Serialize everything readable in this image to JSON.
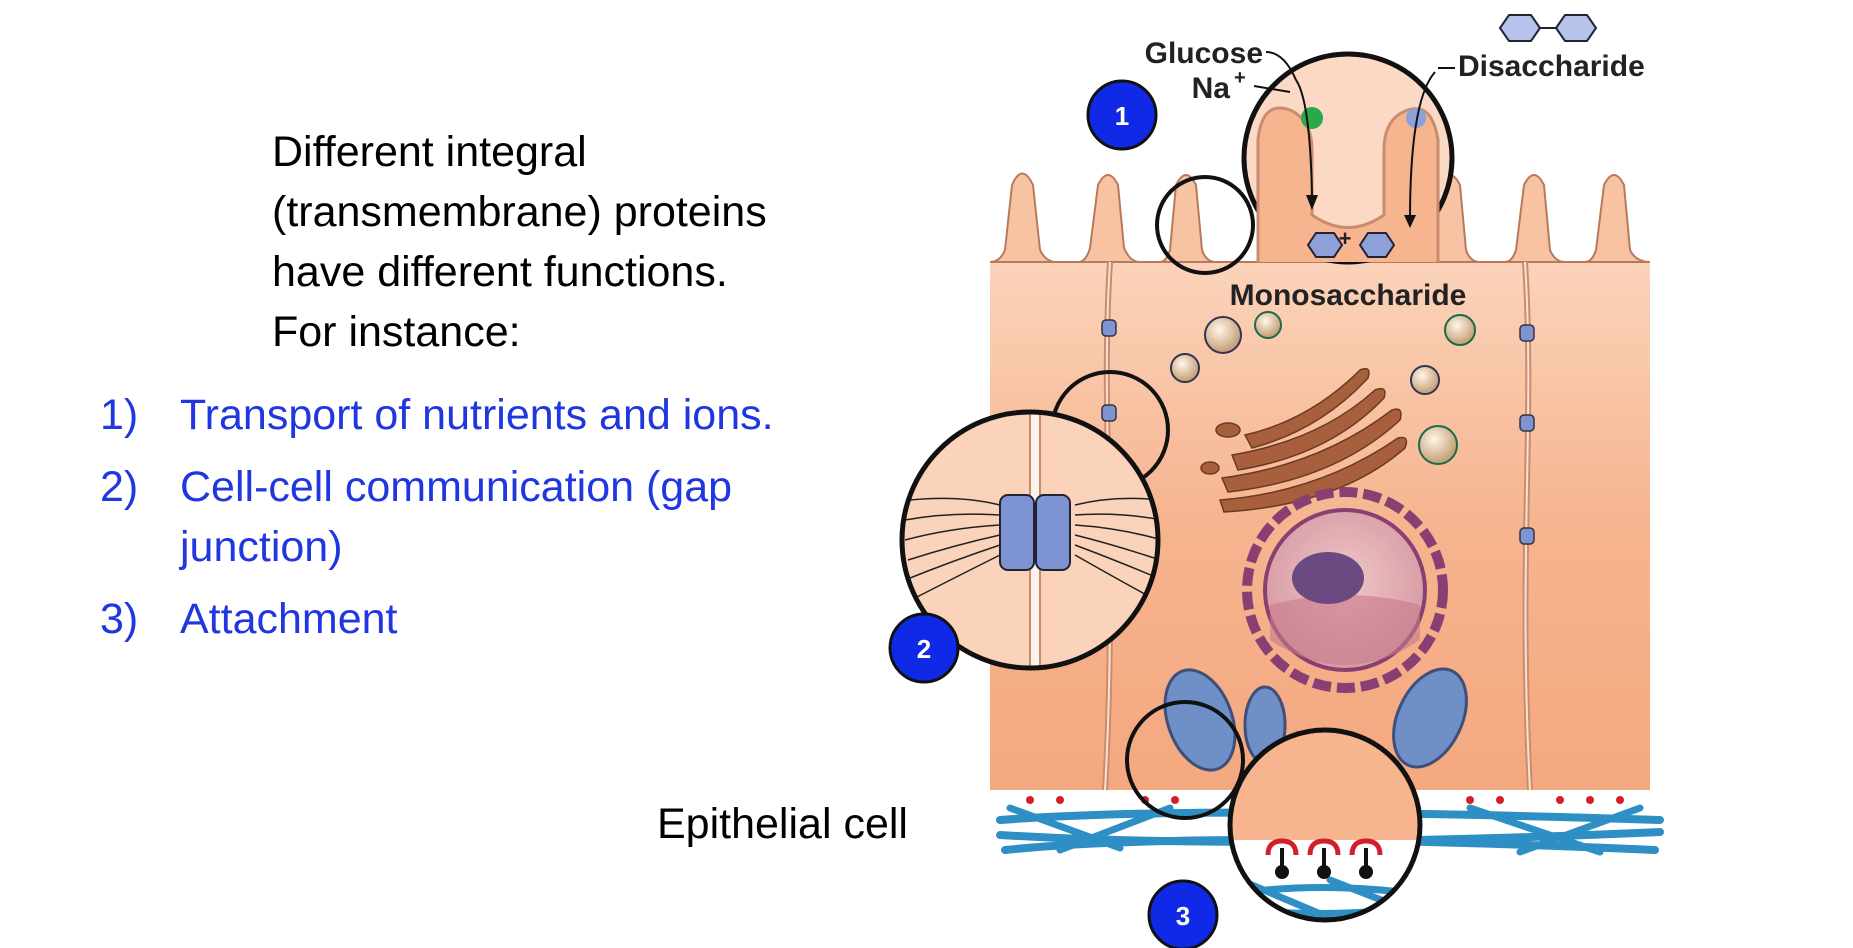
{
  "intro": {
    "line1": "Different integral",
    "line2": "(transmembrane) proteins",
    "line3": "have different functions.",
    "line4": "For instance:"
  },
  "list": {
    "color": "#1f36e0",
    "items": [
      {
        "num": "1)",
        "lines": [
          "Transport of nutrients and ions."
        ]
      },
      {
        "num": "2)",
        "lines": [
          "Cell-cell communication (gap",
          "junction)"
        ]
      },
      {
        "num": "3)",
        "lines": [
          "Attachment"
        ]
      }
    ]
  },
  "caption": "Epithelial cell",
  "diagram": {
    "labels": {
      "glucose": "Glucose",
      "na": "Na",
      "na_sup": "+",
      "disaccharide": "Disaccharide",
      "monosaccharide": "Monosaccharide",
      "plus": "+"
    },
    "badges": [
      "1",
      "2",
      "3"
    ],
    "colors": {
      "cell": "#f6b48f",
      "badge": "#1029e6",
      "fiber": "#2d8fc4",
      "gap_protein": "#7e93d1",
      "nucleus": "#8a3f73",
      "anchor": "#d21f2a"
    }
  }
}
